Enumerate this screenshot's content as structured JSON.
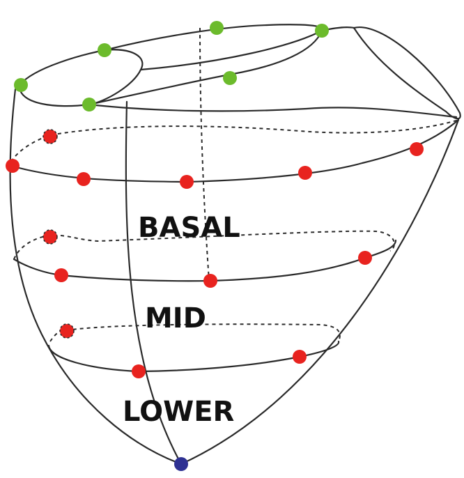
{
  "labels": {
    "basal": "BASAL",
    "mid": "MID",
    "lower": "LOWER"
  },
  "colors": {
    "valve_marker": "#6cbb2c",
    "wall_marker": "#e8231f",
    "apex_marker": "#2e3192",
    "outline": "#2a2a2a"
  }
}
